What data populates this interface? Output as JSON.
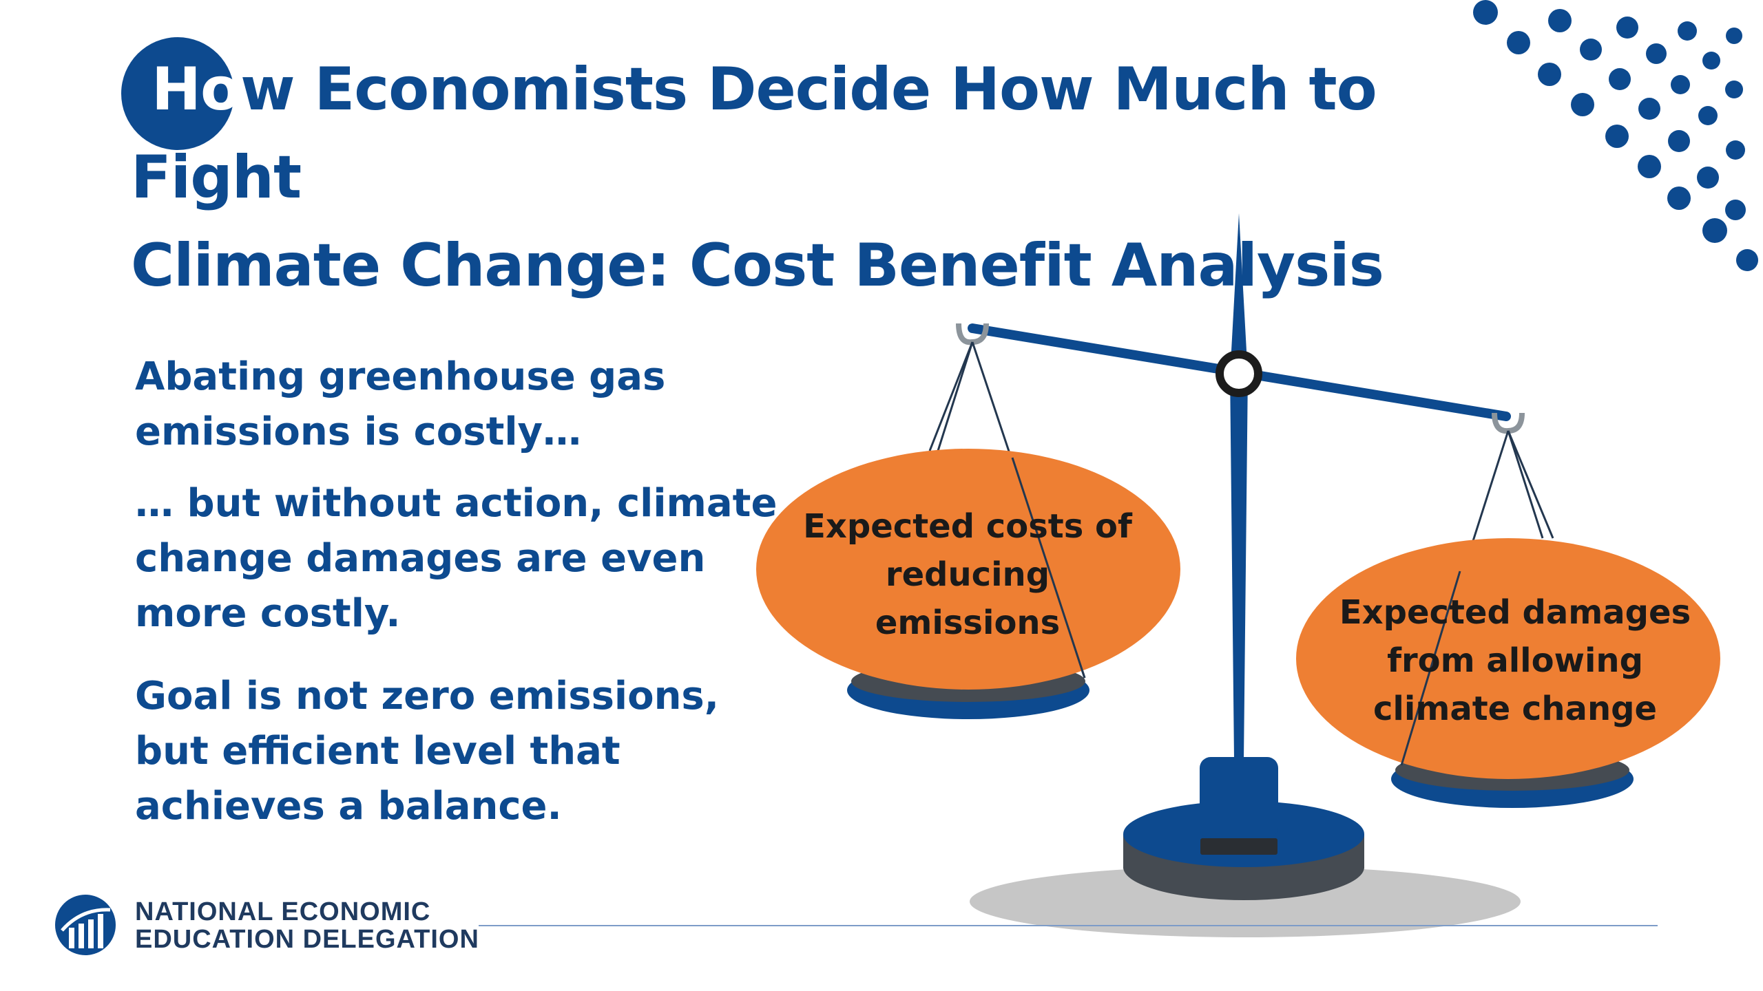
{
  "title": {
    "lead": "Ho",
    "rest": "w Economists Decide How Much to Fight",
    "line2": "Climate Change: Cost Benefit Analysis"
  },
  "bullets": [
    "Abating greenhouse gas emissions is costly…",
    "… but without action, climate change damages are even more costly.",
    "Goal is not zero emissions, but efficient level that achieves a balance."
  ],
  "scale": {
    "left_pan_label": "Expected costs of reducing emissions",
    "right_pan_label": "Expected damages from allowing climate change"
  },
  "footer": {
    "org_line1": "NATIONAL ECONOMIC",
    "org_line2": "EDUCATION DELEGATION"
  },
  "colors": {
    "navy": "#0d4a8f",
    "orange": "#ee7f33",
    "gray": "#454b52",
    "shadow": "#c6c6c6"
  },
  "icons": [
    "decorative-dots-icon",
    "nee-logo-icon"
  ]
}
